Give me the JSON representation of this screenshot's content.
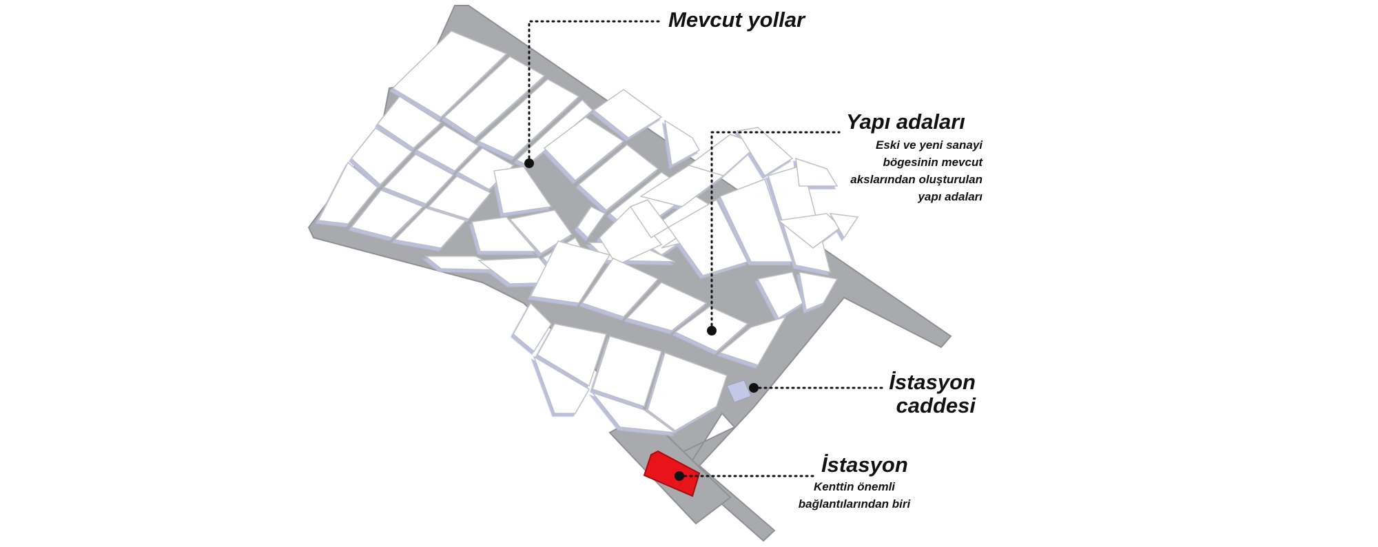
{
  "labels": {
    "roads": {
      "title": "Mevcut yollar"
    },
    "blocks": {
      "title": "Yapı adaları",
      "desc": [
        "Eski ve yeni sanayi",
        "bögesinin mevcut",
        "akslarından oluşturulan",
        "yapı adaları"
      ]
    },
    "street": {
      "line1": "İstasyon",
      "line2": "caddesi"
    },
    "station": {
      "title": "İstasyon",
      "desc": [
        "Kenttin önemli",
        "bağlantılarından biri"
      ]
    }
  },
  "colors": {
    "road": "#a9aaad",
    "road_edge": "#8e9094",
    "block": "#ffffff",
    "block_shadow": "#b9bfdc",
    "station": "#e8141a",
    "leader": "#111111"
  },
  "icons": {
    "marker": "filled-circle-dot"
  }
}
